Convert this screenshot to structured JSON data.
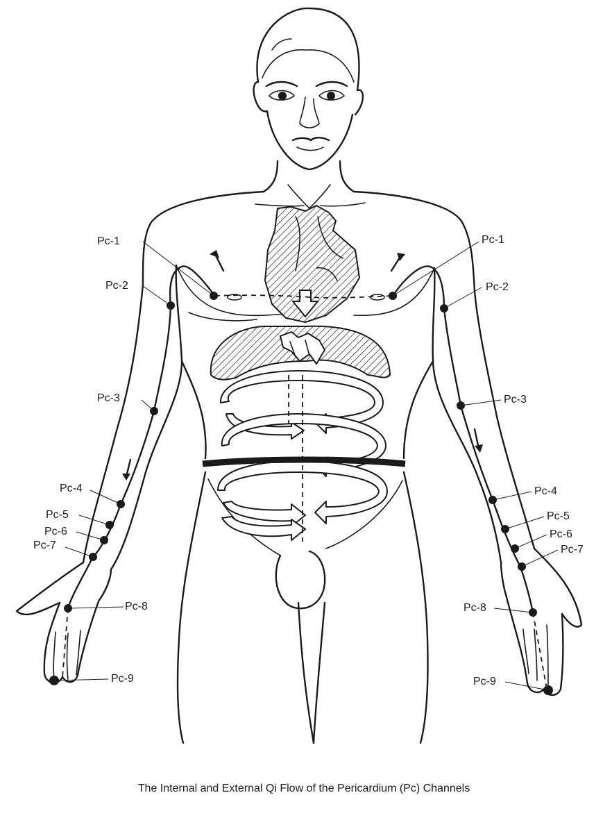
{
  "caption": "The Internal and External Qi Flow of the Pericardium (Pc) Channels",
  "points": {
    "left": [
      {
        "label": "Pc-1"
      },
      {
        "label": "Pc-2"
      },
      {
        "label": "Pc-3"
      },
      {
        "label": "Pc-4"
      },
      {
        "label": "Pc-5"
      },
      {
        "label": "Pc-6"
      },
      {
        "label": "Pc-7"
      },
      {
        "label": "Pc-8"
      },
      {
        "label": "Pc-9"
      }
    ],
    "right": [
      {
        "label": "Pc-1"
      },
      {
        "label": "Pc-2"
      },
      {
        "label": "Pc-3"
      },
      {
        "label": "Pc-4"
      },
      {
        "label": "Pc-5"
      },
      {
        "label": "Pc-6"
      },
      {
        "label": "Pc-7"
      },
      {
        "label": "Pc-8"
      },
      {
        "label": "Pc-9"
      }
    ]
  },
  "colors": {
    "ink": "#1a1a1a",
    "paper": "#ffffff"
  }
}
